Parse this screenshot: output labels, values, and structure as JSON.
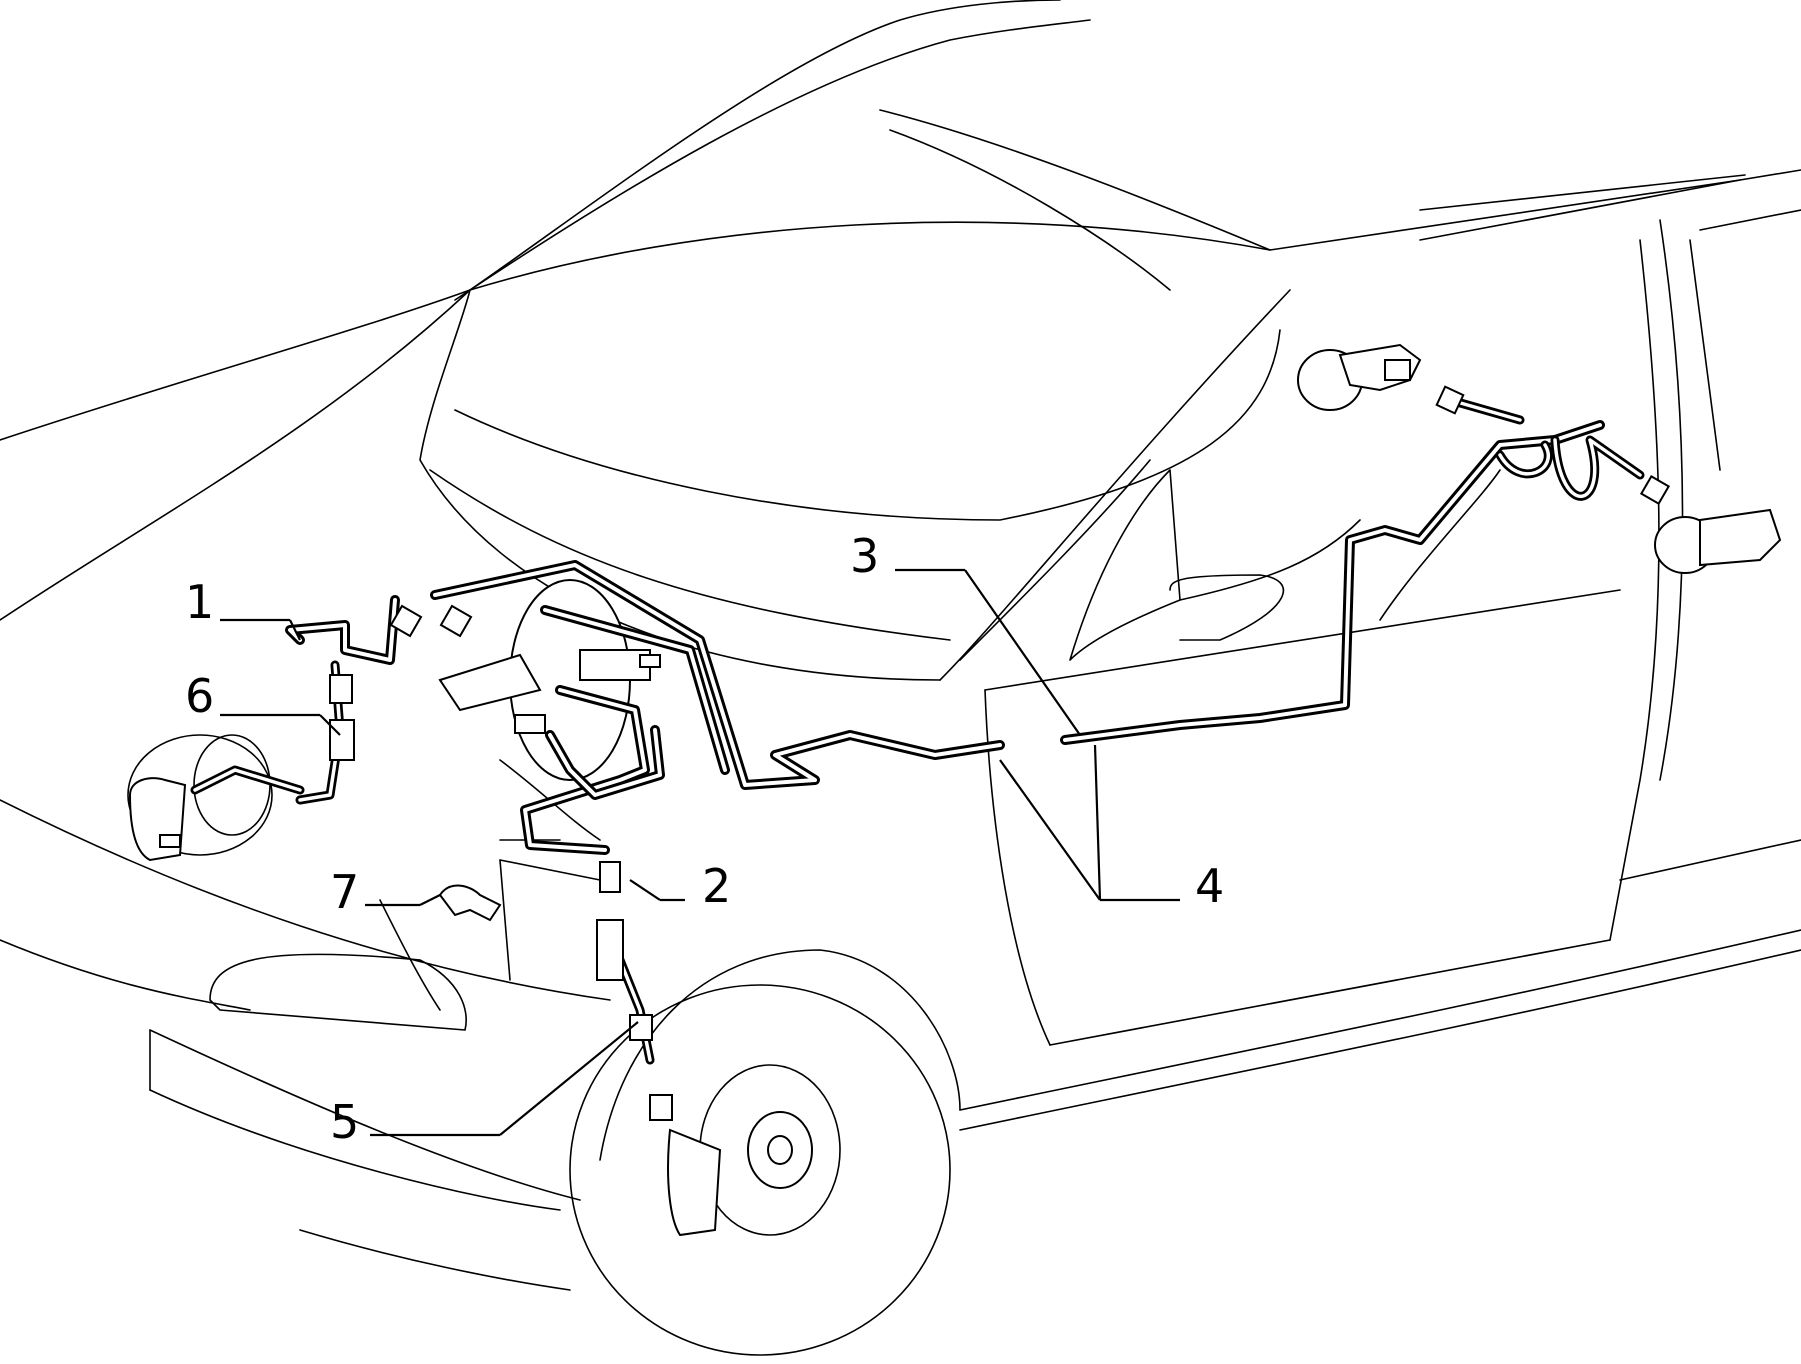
{
  "callouts": {
    "c1": "1",
    "c2": "2",
    "c3": "3",
    "c4": "4",
    "c5": "5",
    "c6": "6",
    "c7": "7"
  },
  "colors": {
    "line": "#000000",
    "background": "#ffffff"
  },
  "icons": [
    "brake-disc-icon",
    "brake-caliper-icon",
    "brake-servo-icon",
    "rear-brake-cylinder-icon",
    "bracket-icon"
  ]
}
